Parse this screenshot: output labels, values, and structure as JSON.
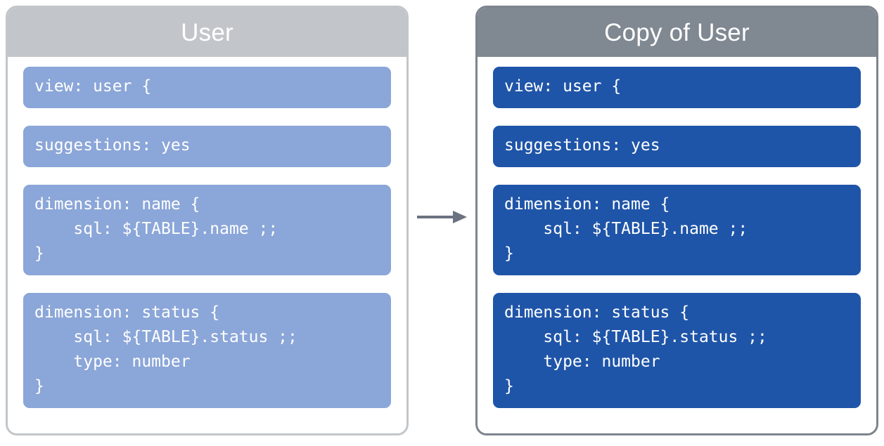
{
  "diagram": {
    "type": "copy-transformation",
    "arrow_icon": "right-arrow-icon",
    "colors": {
      "source_header": "#c2c6ca",
      "source_block": "#8ba6d8",
      "source_border": "#c2c6ca",
      "copy_header": "#808892",
      "copy_block": "#1f55a8",
      "copy_border": "#7d848e",
      "arrow": "#6b7280",
      "title_text": "#ffffff",
      "code_text": "#ffffff",
      "card_background": "#ffffff"
    }
  },
  "source_card": {
    "title": "User",
    "blocks": [
      {
        "label": "view-declaration",
        "code": "view: user {"
      },
      {
        "label": "suggestions-setting",
        "code": "suggestions: yes"
      },
      {
        "label": "dimension-name",
        "code": "dimension: name {\n    sql: ${TABLE}.name ;;\n}"
      },
      {
        "label": "dimension-status",
        "code": "dimension: status {\n    sql: ${TABLE}.status ;;\n    type: number\n}"
      }
    ]
  },
  "copy_card": {
    "title": "Copy of User",
    "blocks": [
      {
        "label": "view-declaration",
        "code": "view: user {"
      },
      {
        "label": "suggestions-setting",
        "code": "suggestions: yes"
      },
      {
        "label": "dimension-name",
        "code": "dimension: name {\n    sql: ${TABLE}.name ;;\n}"
      },
      {
        "label": "dimension-status",
        "code": "dimension: status {\n    sql: ${TABLE}.status ;;\n    type: number\n}"
      }
    ]
  }
}
